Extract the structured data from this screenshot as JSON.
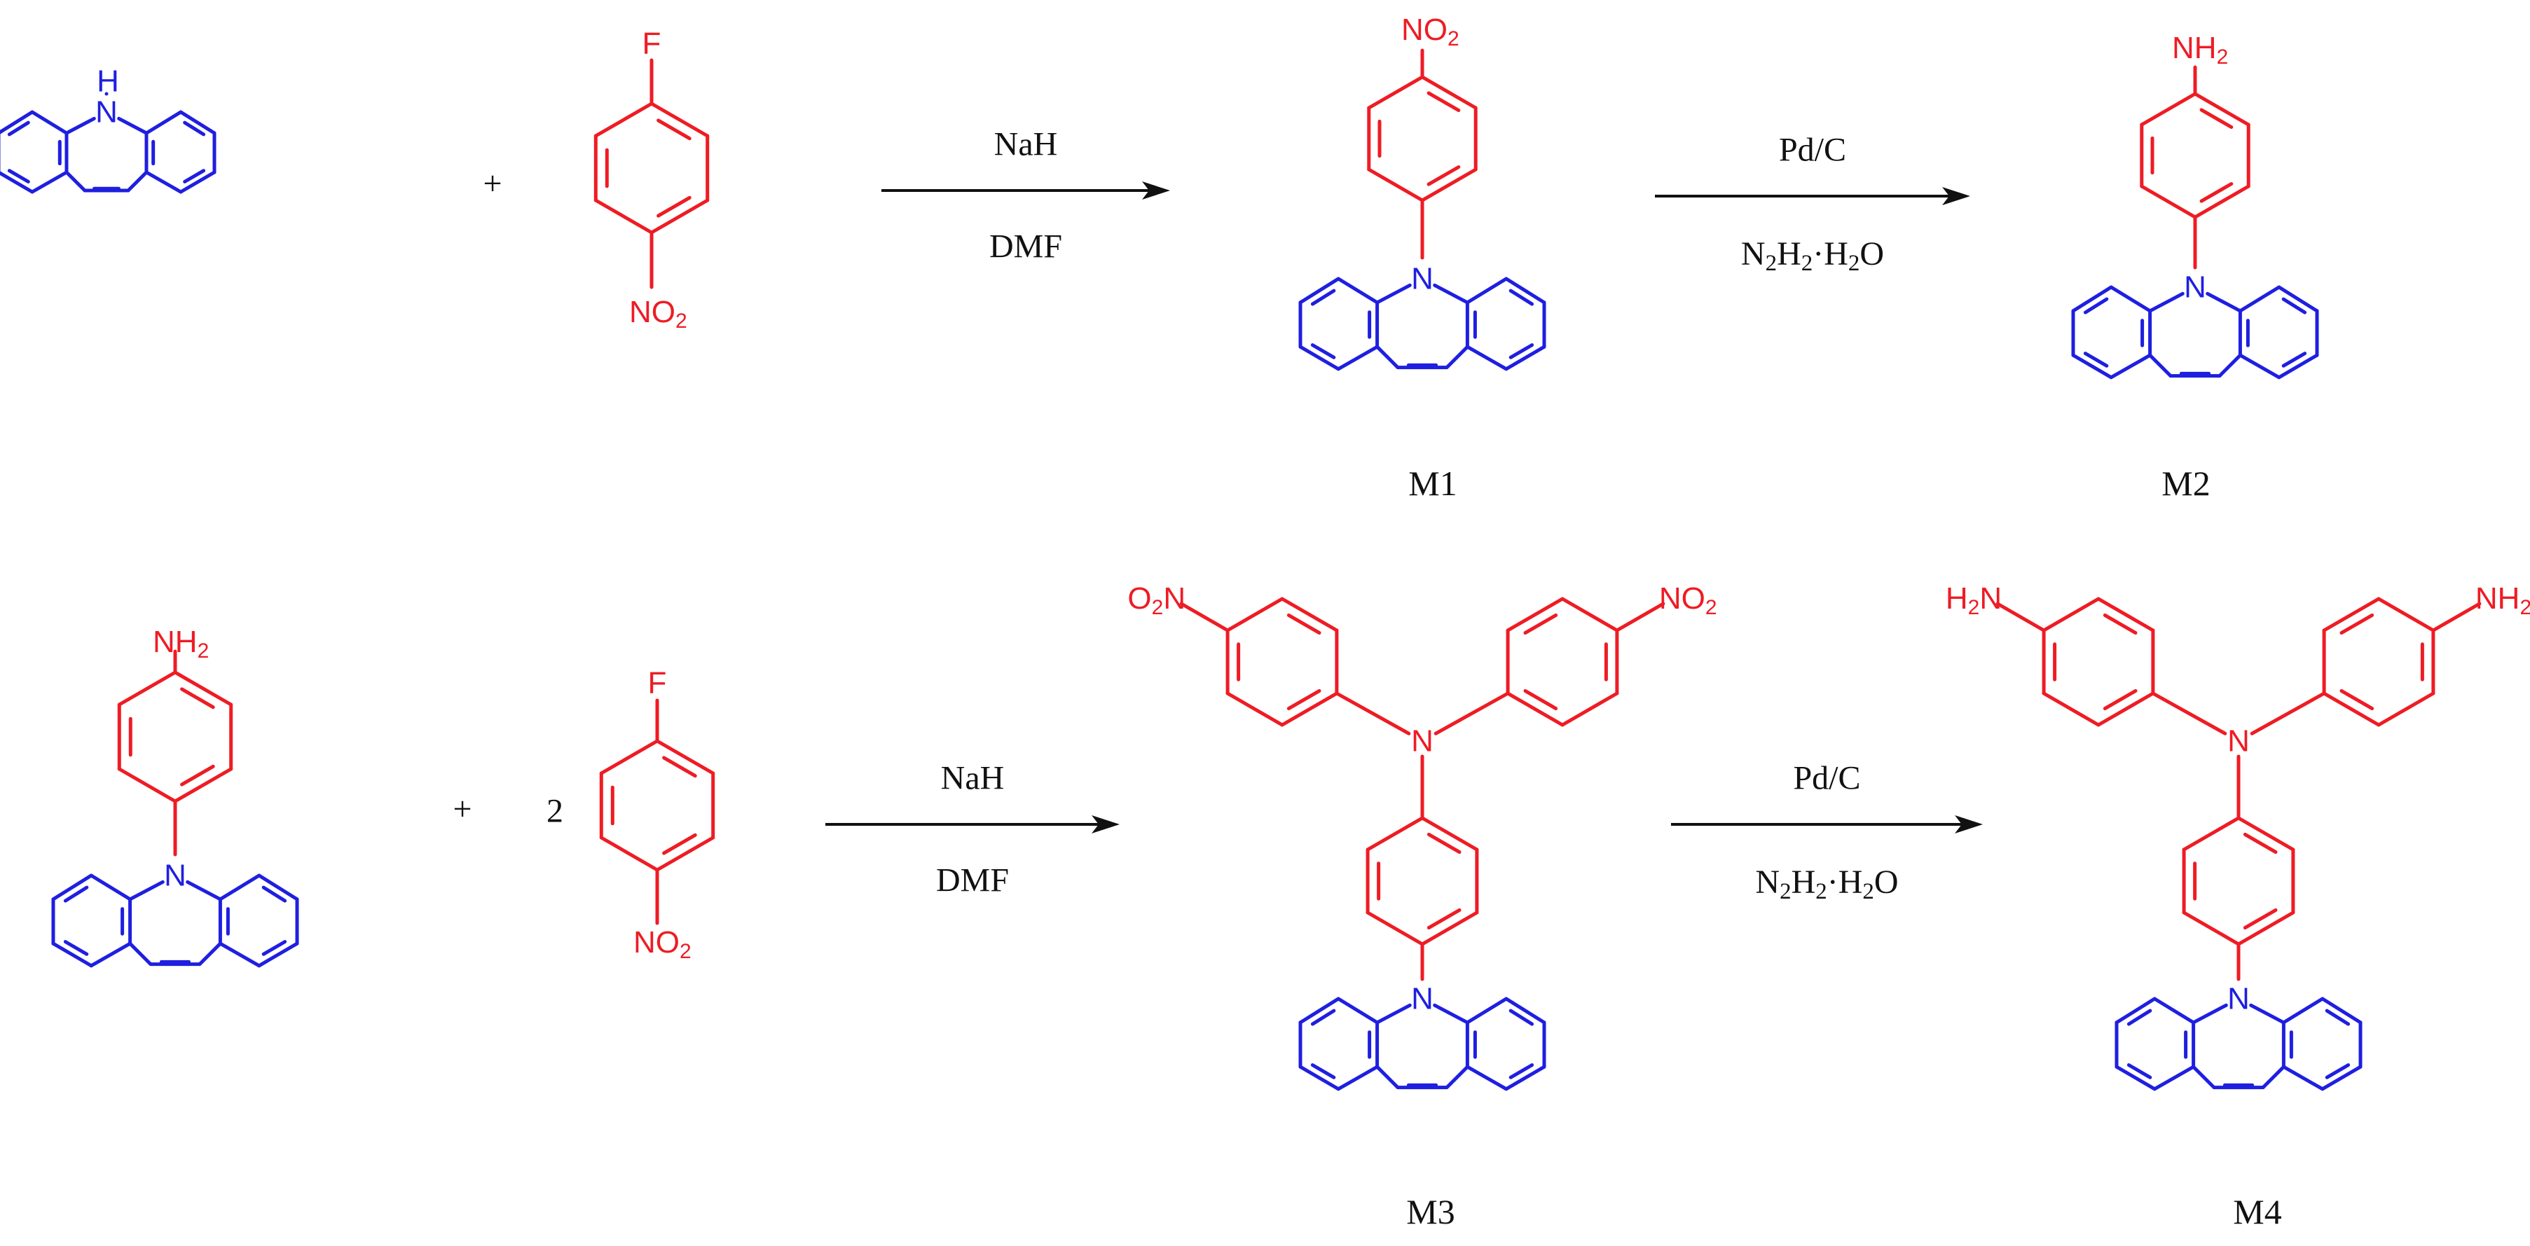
{
  "colors": {
    "core": "#1f1fe0",
    "arm": "#ee1c24",
    "text": "#111111"
  },
  "atoms": {
    "n": "N",
    "nh_n": "N",
    "nh_h": "H",
    "f": "F",
    "no2_base": "NO",
    "o2_base": "O",
    "nh2_base": "NH",
    "h2_base": "H",
    "sub2": "2"
  },
  "plus": "+",
  "stoich": "2",
  "reactions": [
    {
      "reagent_top": "NaH",
      "reagent_bottom": "DMF"
    },
    {
      "reagent_top": "Pd/C",
      "reagent_bottom_parts": [
        "N",
        "2",
        "H",
        "2",
        "·H",
        "2",
        "O"
      ]
    },
    {
      "reagent_top": "NaH",
      "reagent_bottom": "DMF"
    },
    {
      "reagent_top": "Pd/C",
      "reagent_bottom_parts": [
        "N",
        "2",
        "H",
        "2",
        "·H",
        "2",
        "O"
      ]
    }
  ],
  "compounds": [
    "M1",
    "M2",
    "M3",
    "M4"
  ]
}
